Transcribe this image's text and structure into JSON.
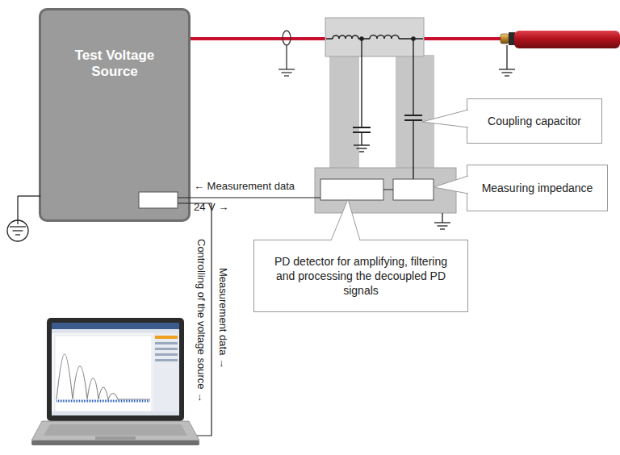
{
  "diagram": {
    "nodes": [
      {
        "text": [
          "Test Voltage Source"
        ]
      },
      {
        "text": [
          "Coupling capacitor"
        ]
      },
      {
        "text": [
          "Measuring impedance"
        ]
      },
      {
        "text": [
          "PD detector for amplifying, filtering and processing the decoupled PD signals"
        ]
      }
    ],
    "labels": [
      "← Measurement data",
      "24 V →",
      "Controlling of the voltage source →",
      "Measurement data →"
    ]
  }
}
